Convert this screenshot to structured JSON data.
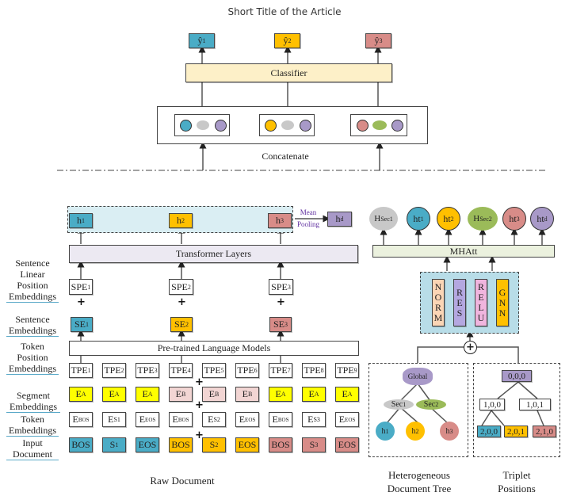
{
  "title": "Short Title of the Article",
  "outputs": [
    {
      "label": "ŷ",
      "sub": "1",
      "color": "#4aacc6"
    },
    {
      "label": "ŷ",
      "sub": "2",
      "color": "#ffc000"
    },
    {
      "label": "ŷ",
      "sub": "3",
      "color": "#d88c88"
    }
  ],
  "classifier": {
    "label": "Classifier",
    "color": "#fdf0c8"
  },
  "concatenate": {
    "label": "Concatenate",
    "color": "#c0504d"
  },
  "left_labels": [
    "Sentence Linear Position Embeddings",
    "Sentence Embeddings",
    "Token Position Embeddings",
    "Segment Embeddings",
    "Token Embeddings",
    "Input Document"
  ],
  "hidden": [
    {
      "label": "h",
      "sub": "1"
    },
    {
      "label": "h",
      "sub": "2"
    },
    {
      "label": "h",
      "sub": "3"
    }
  ],
  "mean_pooling": {
    "label_1": "Mean",
    "label_2": "Pooling",
    "out": "h",
    "out_sub": "d"
  },
  "transformer": {
    "label": "Transformer Layers"
  },
  "spe": [
    {
      "label": "SPE",
      "sub": "1"
    },
    {
      "label": "SPE",
      "sub": "2"
    },
    {
      "label": "SPE",
      "sub": "3"
    }
  ],
  "se": [
    {
      "label": "SE",
      "sub": "1"
    },
    {
      "label": "SE",
      "sub": "2"
    },
    {
      "label": "SE",
      "sub": "3"
    }
  ],
  "plm": {
    "label": "Pre-trained Language Models"
  },
  "tpe": [
    {
      "label": "TPE",
      "sub": "1"
    },
    {
      "label": "TPE",
      "sub": "2"
    },
    {
      "label": "TPE",
      "sub": "3"
    },
    {
      "label": "TPE",
      "sub": "4"
    },
    {
      "label": "TPE",
      "sub": "5"
    },
    {
      "label": "TPE",
      "sub": "6"
    },
    {
      "label": "TPE",
      "sub": "7"
    },
    {
      "label": "TPE",
      "sub": "8"
    },
    {
      "label": "TPE",
      "sub": "9"
    }
  ],
  "segment": [
    {
      "label": "E",
      "sub": "A"
    },
    {
      "label": "E",
      "sub": "A"
    },
    {
      "label": "E",
      "sub": "A"
    },
    {
      "label": "E",
      "sub": "B"
    },
    {
      "label": "E",
      "sub": "B"
    },
    {
      "label": "E",
      "sub": "B"
    },
    {
      "label": "E",
      "sub": "A"
    },
    {
      "label": "E",
      "sub": "A"
    },
    {
      "label": "E",
      "sub": "A"
    }
  ],
  "token": [
    {
      "label": "E",
      "sub": "BOS"
    },
    {
      "label": "E",
      "sub": "S1"
    },
    {
      "label": "E",
      "sub": "EOS"
    },
    {
      "label": "E",
      "sub": "BOS"
    },
    {
      "label": "E",
      "sub": "S2"
    },
    {
      "label": "E",
      "sub": "EOS"
    },
    {
      "label": "E",
      "sub": "BOS"
    },
    {
      "label": "E",
      "sub": "S3"
    },
    {
      "label": "E",
      "sub": "EOS"
    }
  ],
  "input": [
    {
      "label": "BOS",
      "sub": ""
    },
    {
      "label": "S",
      "sub": "1"
    },
    {
      "label": "EOS",
      "sub": ""
    },
    {
      "label": "BOS",
      "sub": ""
    },
    {
      "label": "S",
      "sub": "2"
    },
    {
      "label": "EOS",
      "sub": ""
    },
    {
      "label": "BOS",
      "sub": ""
    },
    {
      "label": "S",
      "sub": "3"
    },
    {
      "label": "EOS",
      "sub": ""
    }
  ],
  "raw_document": "Raw Document",
  "graph_nodes": [
    {
      "label": "H",
      "sub": "Sec1"
    },
    {
      "label": "ht",
      "sub": "1"
    },
    {
      "label": "ht",
      "sub": "2"
    },
    {
      "label": "H",
      "sub": "Sec2"
    },
    {
      "label": "ht",
      "sub": "3"
    },
    {
      "label": "ht",
      "sub": "d"
    }
  ],
  "mhatt": {
    "label": "MHAtt"
  },
  "gnn_block": [
    "NORM",
    "RES",
    "RELU",
    "GNN"
  ],
  "tree": {
    "root": "Global",
    "sections": [
      {
        "label": "Sec",
        "sub": "1"
      },
      {
        "label": "Sec",
        "sub": "2"
      }
    ],
    "leaves": [
      {
        "label": "h",
        "sub": "1"
      },
      {
        "label": "h",
        "sub": "2"
      },
      {
        "label": "h",
        "sub": "3"
      }
    ],
    "caption_1": "Heterogeneous",
    "caption_2": "Document Tree"
  },
  "triplet": {
    "root": "0,0,0",
    "level1": [
      "1,0,0",
      "1,0,1"
    ],
    "level2": [
      "2,0,0",
      "2,0,1",
      "2,1,0"
    ],
    "caption_1": "Triplet",
    "caption_2": "Positions"
  },
  "colors": {
    "blue": "#4aacc6",
    "yellow": "#ffc000",
    "red": "#d88c88",
    "purple": "#a899c8",
    "gray": "#c8c8c8",
    "green": "#9bbb59",
    "seg_a": "#ffff00",
    "seg_b": "#f2d5d3",
    "light_blue_panel": "#daeef3",
    "gnn_panel": "#b8dde8",
    "mhatt": "#ebf1de",
    "transformer": "#ece9f2",
    "norm": "#fbd5b5",
    "res": "#b4a7e0",
    "relu": "#f0b5de",
    "gnn": "#ffc000"
  }
}
